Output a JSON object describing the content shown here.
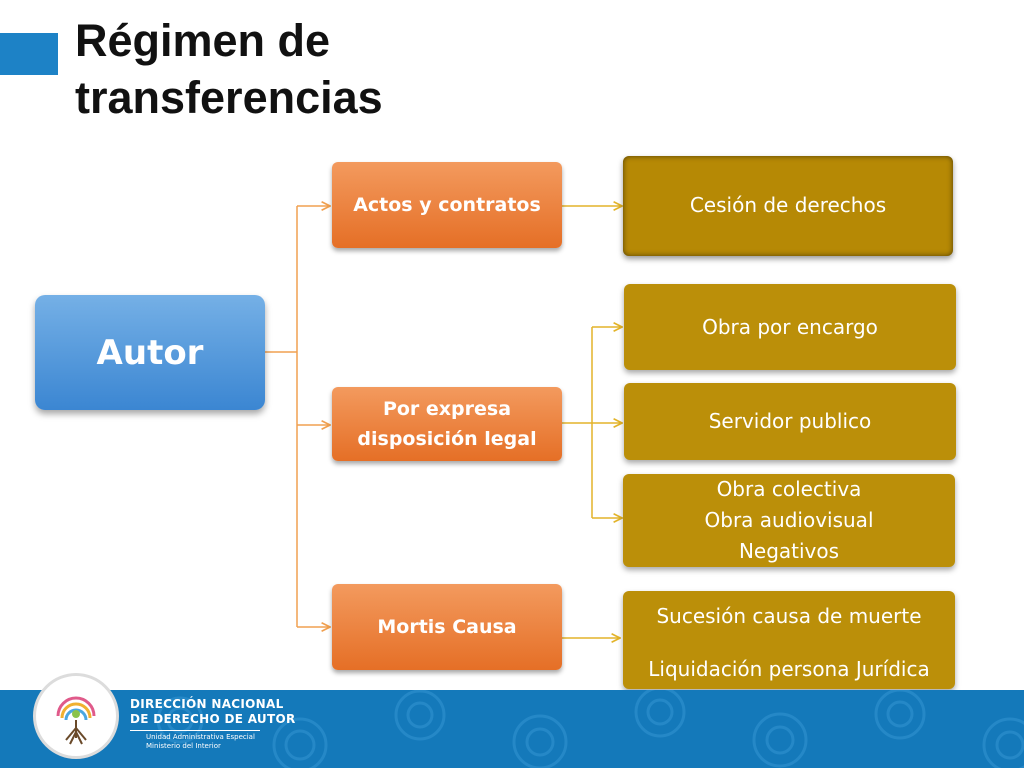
{
  "slide": {
    "title_line1": "Régimen de",
    "title_line2": "transferencias"
  },
  "diagram": {
    "root": "Autor",
    "branches": [
      {
        "label": "Actos y contratos",
        "children": [
          "Cesión de derechos"
        ]
      },
      {
        "label_line1": "Por expresa",
        "label_line2": "disposición legal",
        "children": [
          "Obra por encargo",
          "Servidor publico",
          [
            "Obra colectiva",
            "Obra audiovisual",
            "Negativos"
          ]
        ]
      },
      {
        "label": "Mortis Causa",
        "children": [
          [
            "Sucesión causa de muerte",
            "Liquidación persona Jurídica"
          ]
        ]
      }
    ]
  },
  "footer": {
    "org_line1": "DIRECCIÓN NACIONAL",
    "org_line2": "DE DERECHO DE AUTOR",
    "org_line3": "Unidad Administrativa Especial",
    "org_line4": "Ministerio del Interior"
  },
  "colors": {
    "accent": "#1d82c6",
    "root_box": "#4a90d9",
    "branch_box": "#ec7a34",
    "leaf_box": "#bb8f09",
    "connector": "#f0a050",
    "footer": "#1479ba"
  }
}
